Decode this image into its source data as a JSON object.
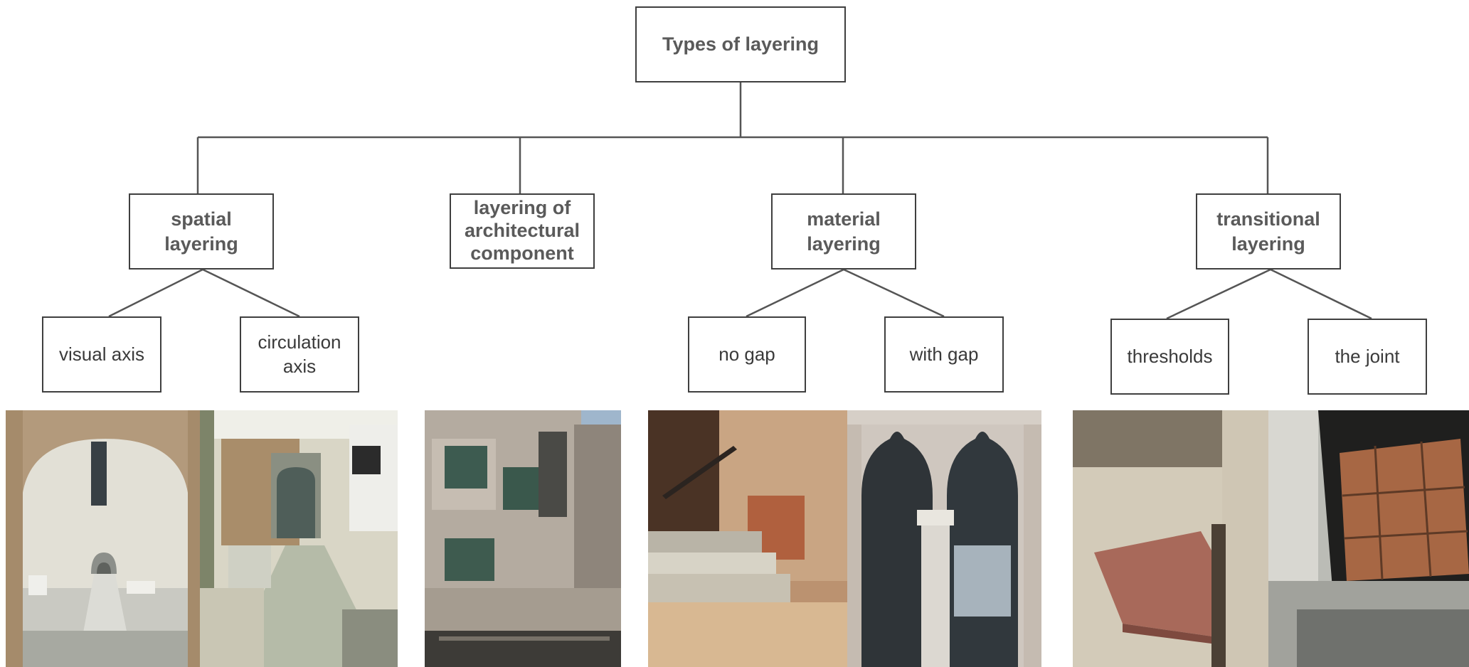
{
  "diagram": {
    "root": {
      "label": "Types of layering"
    },
    "categories": [
      {
        "label": "spatial\nlayering",
        "children": [
          "visual axis",
          "circulation\naxis"
        ]
      },
      {
        "label": "layering of\narchitectural\ncomponent",
        "children": []
      },
      {
        "label": "material\nlayering",
        "children": [
          "no gap",
          "with gap"
        ]
      },
      {
        "label": "transitional\nlayering",
        "children": [
          "thresholds",
          "the joint"
        ]
      }
    ]
  },
  "photos": [
    {
      "name": "photo-visual-axis-arcade",
      "depicts": "visual axis"
    },
    {
      "name": "photo-circulation-axis-ramp",
      "depicts": "circulation axis"
    },
    {
      "name": "photo-architectural-component-facade",
      "depicts": "layering of architectural component"
    },
    {
      "name": "photo-no-gap-stair",
      "depicts": "no gap"
    },
    {
      "name": "photo-with-gap-gothic-window",
      "depicts": "with gap"
    },
    {
      "name": "photo-threshold-stone-step",
      "depicts": "thresholds"
    },
    {
      "name": "photo-joint-floor-tiles",
      "depicts": "the joint"
    }
  ],
  "colors": {
    "line": "#555555",
    "border": "#3f3f3f",
    "bold_text": "#5a5a5a",
    "regular_text": "#3a3a3a"
  }
}
